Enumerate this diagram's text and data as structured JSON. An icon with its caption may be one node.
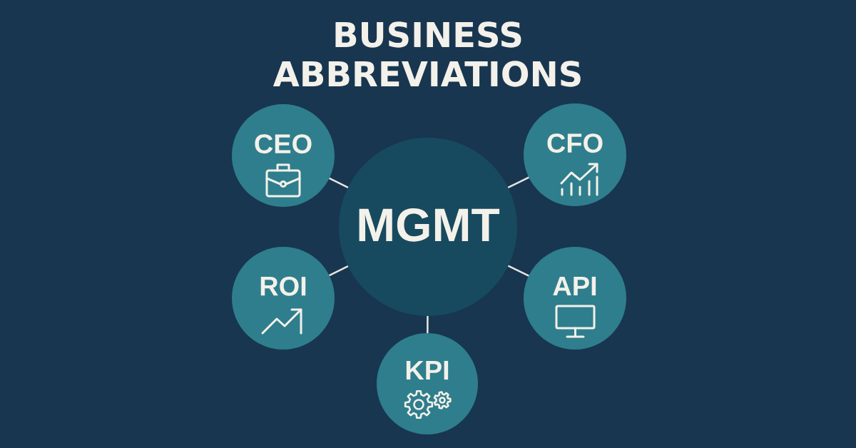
{
  "diagram": {
    "title": "BUSINESS ABBREVIATIONS",
    "nodes": [
      {
        "text": [
          "CEO"
        ]
      },
      {
        "text": [
          "CFO"
        ]
      },
      {
        "text": [
          "MGMT"
        ]
      },
      {
        "text": [
          "ROI"
        ]
      },
      {
        "text": [
          "API"
        ]
      },
      {
        "text": [
          "KPI"
        ]
      }
    ],
    "edges": [
      {
        "from": 2,
        "to": 0,
        "arrow": "none"
      },
      {
        "from": 2,
        "to": 1,
        "arrow": "none"
      },
      {
        "from": 2,
        "to": 3,
        "arrow": "none"
      },
      {
        "from": 2,
        "to": 4,
        "arrow": "none"
      },
      {
        "from": 2,
        "to": 5,
        "arrow": "none"
      }
    ]
  }
}
